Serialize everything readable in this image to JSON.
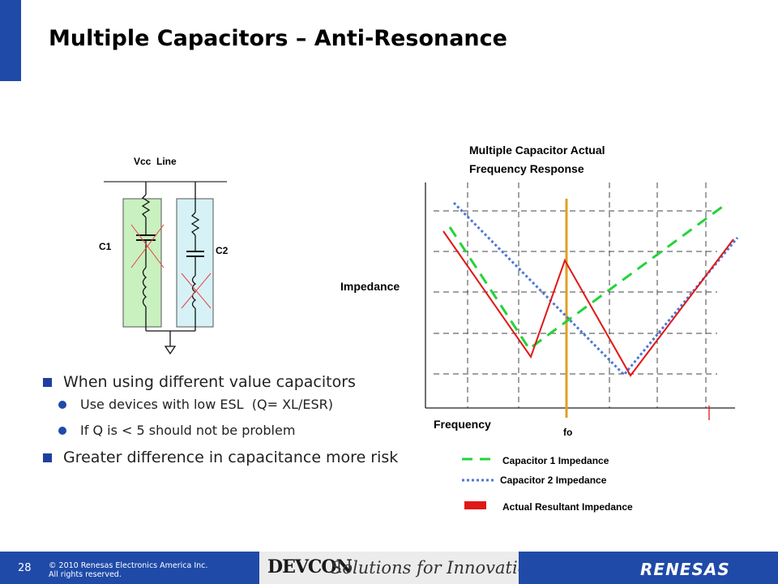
{
  "slide": {
    "title": "Multiple Capacitors – Anti-Resonance",
    "page_number": "28",
    "copyright_line1": "© 2010 Renesas Electronics America Inc.",
    "copyright_line2": "All rights reserved.",
    "brand": "DEVCON",
    "tagline": "Solutions for Innovation",
    "company": "RENESAS",
    "accent_color": "#1f4aa8"
  },
  "circuit": {
    "vcc_label": "Vcc  Line",
    "c1_label": "C1",
    "c2_label": "C2",
    "c1_fill": "#c9f0bf",
    "c2_fill": "#d6f2f6"
  },
  "bullets": [
    {
      "level": 1,
      "text": "When using different value capacitors"
    },
    {
      "level": 2,
      "text": "Use devices with low ESL  (Q= XL/ESR)"
    },
    {
      "level": 2,
      "text": "If Q is < 5 should not be problem"
    },
    {
      "level": 1,
      "text": "Greater difference in capacitance more risk"
    }
  ],
  "graph": {
    "title_line1": "Multiple Capacitor Actual",
    "title_line2": "Frequency Response",
    "y_label": "Impedance",
    "x_label": "Frequency",
    "marker_label": "fo",
    "legend": [
      {
        "label": "Capacitor 1 Impedance",
        "color": "#22d43a",
        "style": "dashed"
      },
      {
        "label": "Capacitor 2 Impedance",
        "color": "#4a78d8",
        "style": "dotted"
      },
      {
        "label": "Actual Resultant Impedance",
        "color": "#e01818",
        "style": "solid"
      }
    ]
  }
}
